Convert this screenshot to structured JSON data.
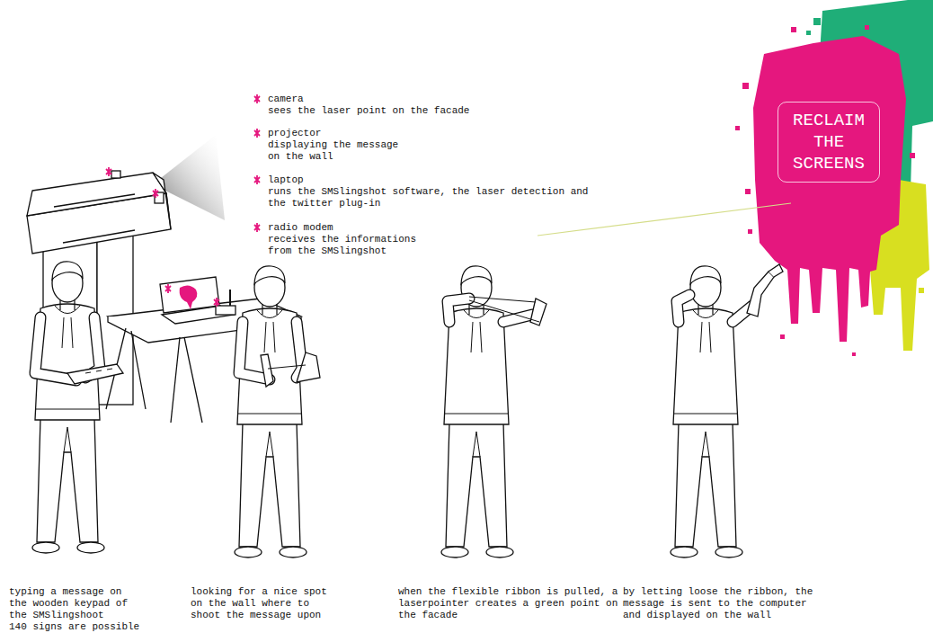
{
  "diagram": {
    "nodes": [
      {
        "text": [
          "RECLAIM THE SCREENS"
        ]
      }
    ],
    "labels": [
      "camera",
      "sees the laser point on the facade",
      "projector",
      "displaying the message on the wall",
      "laptop",
      "runs the SMSlingshot software, the laser detection and the twitter plug-in",
      "radio modem",
      "receives the informations from the SMSlingshot",
      "typing a message on the wooden keypad of the SMSlingshoot",
      "140 signs are possible",
      "looking for a nice spot on the wall where to shoot the message upon",
      "when the flexible ribbon is pulled, a laserpointer creates a green point on the facade",
      "by letting loose the ribbon, the message is sent to the computer and displayed on the wall"
    ]
  }
}
